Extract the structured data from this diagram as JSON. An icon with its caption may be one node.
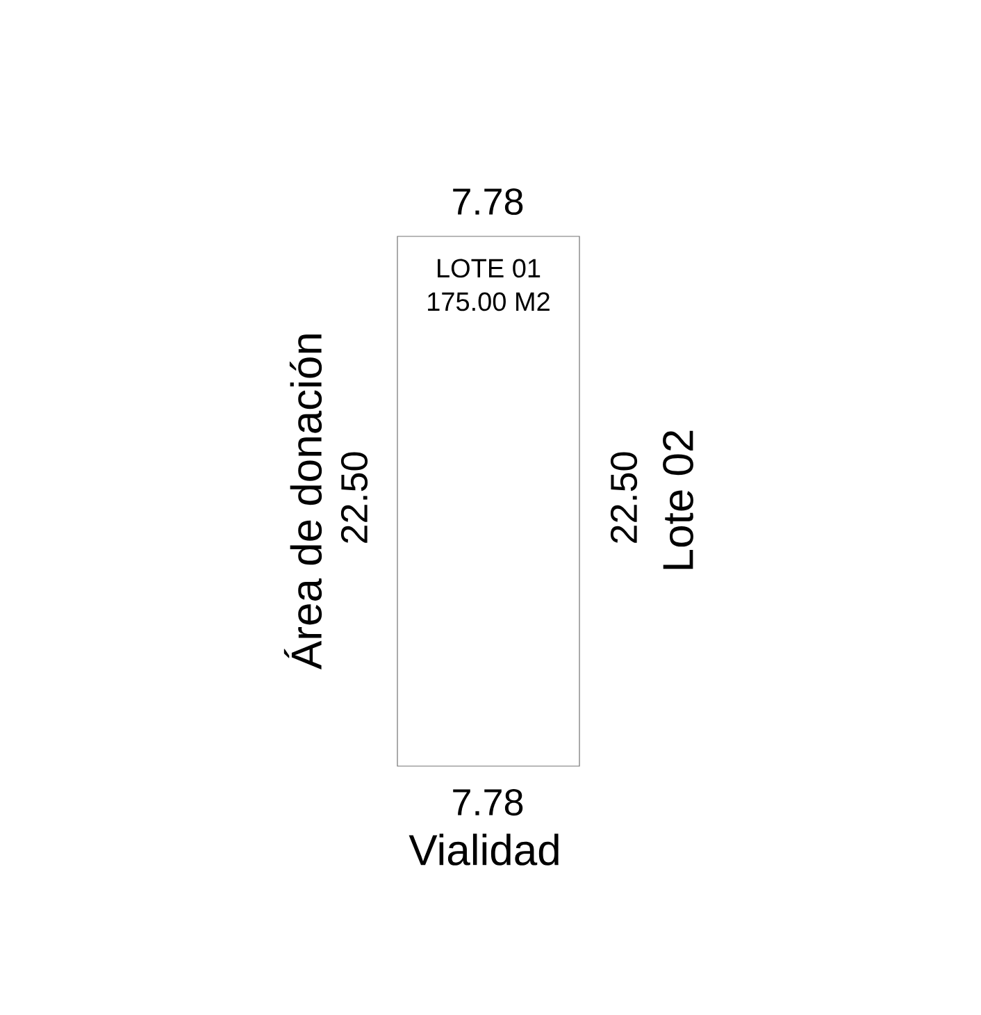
{
  "diagram": {
    "nodes": [
      {
        "text": [
          "LOTE 01",
          "175.00 M2"
        ]
      }
    ],
    "edges": [],
    "labels": [
      "7.78",
      "Área de donación",
      "22.50",
      "22.50",
      "Lote 02",
      "7.78",
      "Vialidad"
    ]
  }
}
